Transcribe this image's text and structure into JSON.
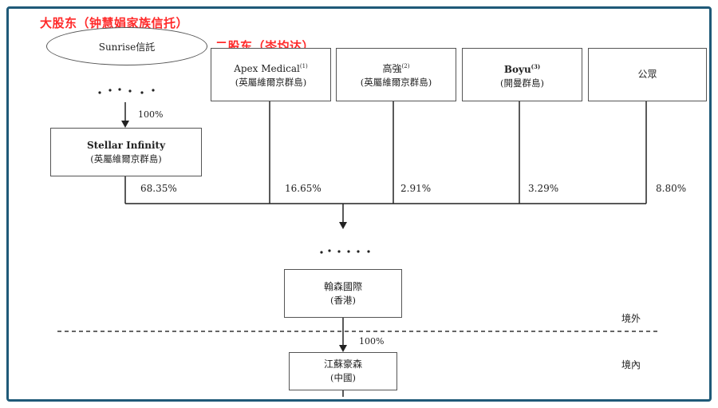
{
  "annotations": {
    "major_shareholder": "大股东（钟慧娟家族信托）",
    "second_shareholder": "二股东（岑均达）"
  },
  "trust": {
    "label": "Sunrise信託"
  },
  "stellar": {
    "line1": "Stellar Infinity",
    "line2": "(英屬維爾京群島)",
    "own_pct": "100%"
  },
  "shareholders": [
    {
      "line1": "Apex Medical",
      "sup": "(1)",
      "line2": "(英屬維爾京群島)",
      "pct": "16.65%"
    },
    {
      "line1": "高強",
      "sup": "(2)",
      "line2": "(英屬維爾京群島)",
      "pct": "2.91%"
    },
    {
      "line1": "Boyu",
      "sup": "(3)",
      "line2": "(開曼群島)",
      "pct": "3.29%"
    },
    {
      "line1": "公眾",
      "sup": "",
      "line2": "",
      "pct": "8.80%"
    }
  ],
  "stellar_pct": "68.35%",
  "hansen_intl": {
    "line1": "翰森國際",
    "line2": "(香港)"
  },
  "jiangsu": {
    "line1": "江蘇豪森",
    "line2": "(中國)",
    "own_pct": "100%"
  },
  "regions": {
    "offshore": "境外",
    "onshore": "境內"
  }
}
